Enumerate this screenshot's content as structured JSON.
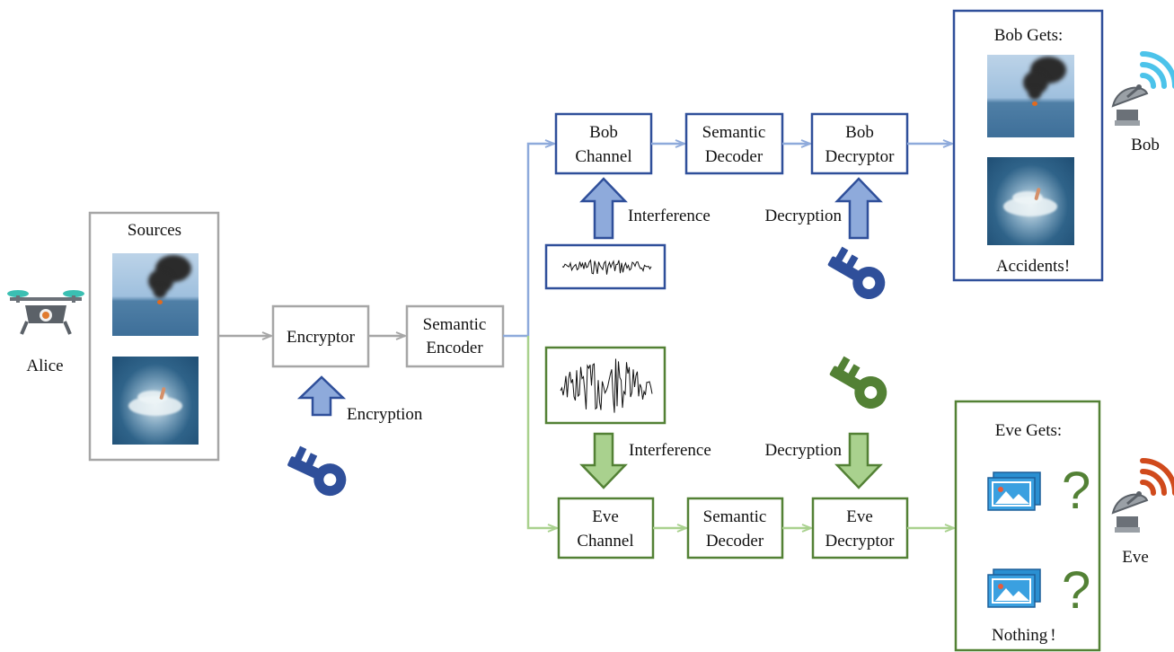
{
  "alice": {
    "label": "Alice"
  },
  "bob": {
    "label": "Bob"
  },
  "eve": {
    "label": "Eve"
  },
  "sources": {
    "title": "Sources"
  },
  "encryptor": {
    "label": "Encryptor"
  },
  "semantic_encoder": {
    "line1": "Semantic",
    "line2": "Encoder"
  },
  "encryption": {
    "label": "Encryption"
  },
  "bob_path": {
    "channel": {
      "line1": "Bob",
      "line2": "Channel"
    },
    "decoder": {
      "line1": "Semantic",
      "line2": "Decoder"
    },
    "decryptor": {
      "line1": "Bob",
      "line2": "Decryptor"
    },
    "interference": "Interference",
    "decryption": "Decryption"
  },
  "eve_path": {
    "channel": {
      "line1": "Eve",
      "line2": "Channel"
    },
    "decoder": {
      "line1": "Semantic",
      "line2": "Decoder"
    },
    "decryptor": {
      "line1": "Eve",
      "line2": "Decryptor"
    },
    "interference": "Interference",
    "decryption": "Decryption"
  },
  "bob_gets": {
    "title": "Bob Gets:",
    "footer": "Accidents!"
  },
  "eve_gets": {
    "title": "Eve Gets:",
    "footer": "Nothing",
    "footer_mark": "!",
    "mark": "?"
  },
  "colors": {
    "gray": "#a6a6a6",
    "bob_blue": "#2f4f9a",
    "bob_light": "#8eaadb",
    "eve_green": "#538135",
    "eve_light": "#a9d18e",
    "key_blue": "#2f4f9a",
    "key_green": "#538135",
    "bob_signal": "#4cc3ea",
    "eve_signal": "#d04a1c"
  },
  "icons": [
    "drone-icon",
    "key-icon",
    "satellite-dish-icon",
    "image-placeholder-icon",
    "question-mark-icon"
  ]
}
